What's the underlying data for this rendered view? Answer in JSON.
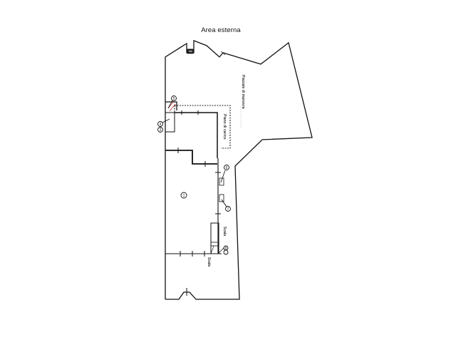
{
  "header": {
    "title": "Area esterna"
  },
  "plan": {
    "labels": {
      "yard": "Piazzale di manovra",
      "loading": "Piano di carico",
      "room_number": "1",
      "marker_top": "5",
      "marker_left_1": "4",
      "marker_left_2": "3",
      "marker_mid_1": "6",
      "marker_mid_2": "7",
      "marker_bottom": "8",
      "side_text_1": "Scala",
      "side_text_2": "Scala"
    },
    "colors": {
      "line": "#111111",
      "accent": "#c0392b",
      "background": "#ffffff"
    }
  }
}
